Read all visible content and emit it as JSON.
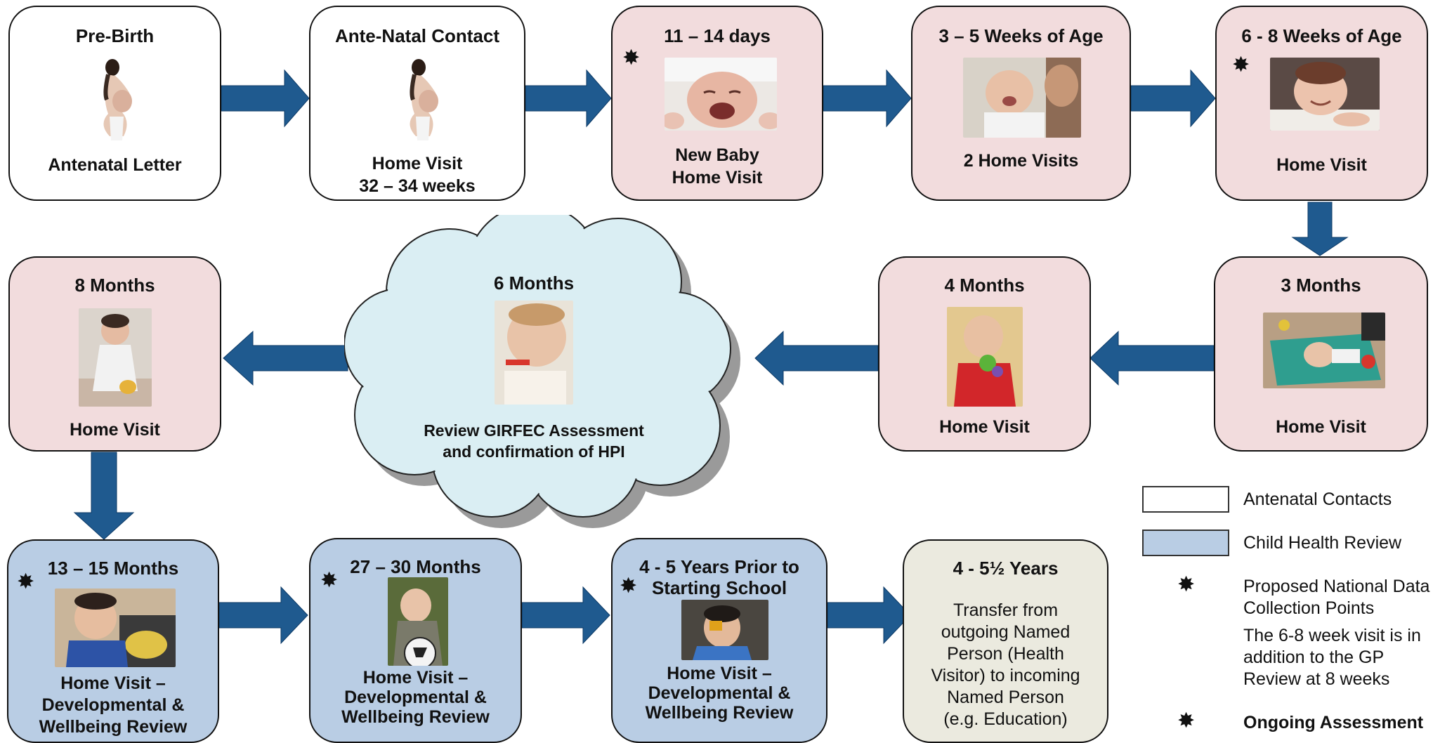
{
  "boxes": {
    "pre_birth": {
      "title": "Pre-Birth",
      "label": "Antenatal Letter"
    },
    "ante_natal": {
      "title": "Ante-Natal Contact",
      "label1": "Home Visit",
      "label2": "32 – 34 weeks"
    },
    "days_11_14": {
      "title": "11 – 14 days",
      "label1": "New Baby",
      "label2": "Home Visit"
    },
    "weeks_3_5": {
      "title": "3 – 5 Weeks of Age",
      "label": "2 Home Visits"
    },
    "weeks_6_8": {
      "title": "6 - 8 Weeks of Age",
      "label": "Home Visit"
    },
    "months_3": {
      "title": "3 Months",
      "label": "Home Visit"
    },
    "months_4": {
      "title": "4 Months",
      "label": "Home Visit"
    },
    "months_6": {
      "title": "6 Months",
      "label1": "Review GIRFEC Assessment",
      "label2": "and confirmation of HPI"
    },
    "months_8": {
      "title": "8 Months",
      "label": "Home Visit"
    },
    "months_13_15": {
      "title": "13 – 15 Months",
      "label1": "Home Visit –",
      "label2": "Developmental &",
      "label3": "Wellbeing Review"
    },
    "months_27_30": {
      "title": "27 – 30 Months",
      "label1": "Home Visit –",
      "label2": "Developmental &",
      "label3": "Wellbeing Review"
    },
    "years_4_5": {
      "title1": "4 - 5 Years Prior to",
      "title2": "Starting School",
      "label1": "Home Visit –",
      "label2": "Developmental &",
      "label3": "Wellbeing Review"
    },
    "years_4_5_half": {
      "title": "4 - 5½ Years",
      "lines": [
        "Transfer from",
        "outgoing Named",
        "Person (Health",
        "Visitor) to incoming",
        "Named Person",
        "(e.g. Education)"
      ]
    }
  },
  "legend": {
    "antenatal": "Antenatal Contacts",
    "child_health": "Child Health Review",
    "proposed1": "Proposed National Data",
    "proposed2": "Collection Points",
    "note1": "The 6-8 week visit is in",
    "note2": "addition to the GP",
    "note3": "Review at 8 weeks",
    "ongoing": "Ongoing Assessment"
  },
  "colors": {
    "arrow": "#1f5a8f",
    "pink": "#f2dcdd",
    "blue": "#b9cde4",
    "cream": "#ebeadf",
    "cloud": "#daeef3"
  },
  "icons": {
    "star": "✸"
  }
}
